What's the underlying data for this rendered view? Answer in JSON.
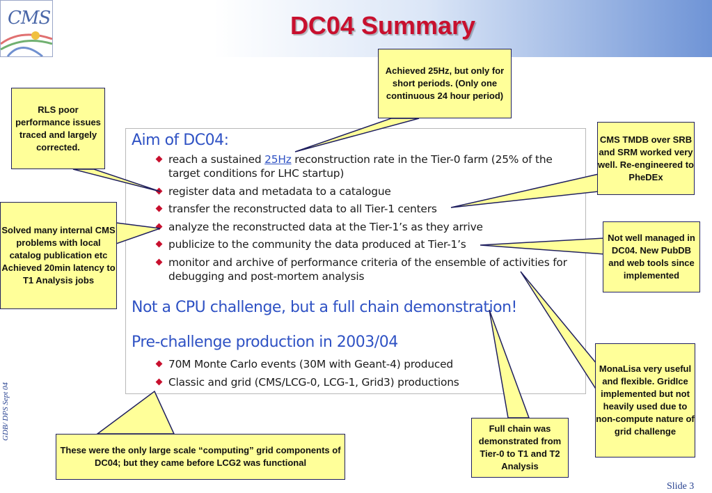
{
  "slide": {
    "title": "DC04 Summary",
    "logo_text": "CMS",
    "side_label": "GDB/ DPS Sept 04",
    "slide_number": "Slide 3"
  },
  "content": {
    "aim_heading": "Aim of DC04:",
    "aim_bullets": {
      "b1_pre": "reach a sustained ",
      "b1_hl": "25Hz",
      "b1_post": " reconstruction rate in the Tier-0 farm (25% of the target conditions for LHC startup)",
      "b2": "register data and metadata to a catalogue",
      "b3": "transfer the reconstructed data to all Tier-1 centers",
      "b4": "analyze the reconstructed data at the Tier-1’s as they arrive",
      "b5": "publicize to the community the data produced at Tier-1’s",
      "b6": "monitor and archive of performance criteria of the ensemble of activities for debugging and post-mortem analysis"
    },
    "cpu_heading": "Not a CPU challenge, but a full chain demonstration!",
    "pre_heading": "Pre-challenge production in 2003/04",
    "pre_bullets": [
      "70M Monte Carlo events (30M with Geant-4) produced",
      "Classic and grid (CMS/LCG-0, LCG-1, Grid3) productions"
    ]
  },
  "callouts": {
    "hz": "Achieved 25Hz, but only for short periods. (Only one continuous 24 hour period)",
    "rls": "RLS poor performance issues traced and largely corrected.",
    "internal": "Solved many internal CMS problems with local catalog publication etc Achieved 20min latency to T1 Analysis jobs",
    "tmdb": "CMS TMDB over SRB and SRM worked very well. Re-engineered to PheDEx",
    "managed": "Not well managed in DC04. New PubDB and web tools since implemented",
    "monalisa": "MonaLisa very useful and flexible. GridIce implemented but not heavily used due to non-compute nature of grid challenge",
    "chain": "Full chain was demonstrated from Tier-0 to T1 and T2 Analysis",
    "grid": "These were the only large scale “computing” grid components of DC04; but they came before LCG2 was functional"
  },
  "colors": {
    "title_red": "#c8102e",
    "heading_blue": "#2f52c4",
    "callout_fill": "#ffff99",
    "callout_border": "#1f1f5f",
    "bullet_red": "#c8102e"
  }
}
